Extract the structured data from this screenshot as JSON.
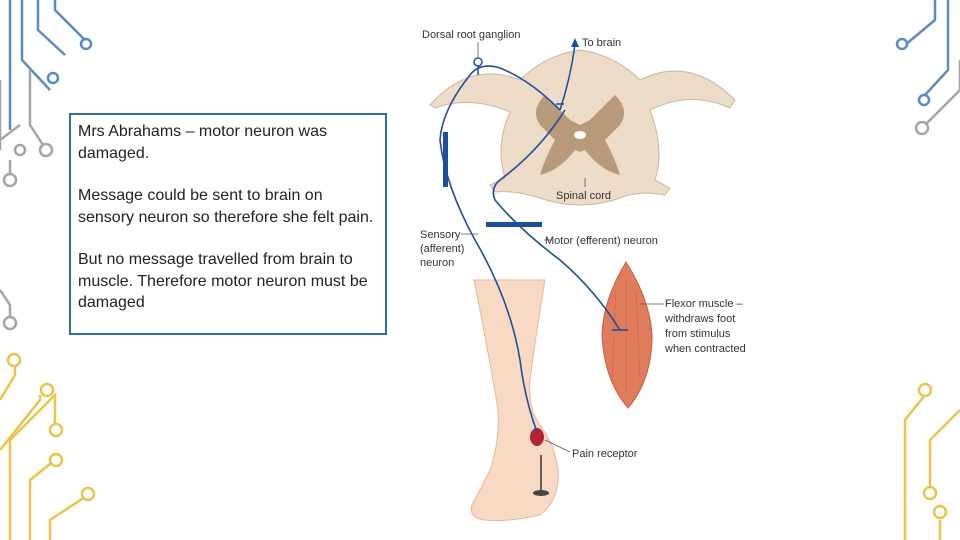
{
  "textbox": {
    "paragraphs": [
      "Mrs Abrahams – motor neuron was damaged.",
      "Message could be sent to brain on sensory neuron so therefore she felt pain.",
      "But no message travelled from brain to muscle. Therefore motor neuron must be damaged"
    ]
  },
  "diagram": {
    "dorsal_root_ganglion": "Dorsal root ganglion",
    "to_brain": "To brain",
    "spinal_cord": "Spinal cord",
    "sensory_lines": [
      "Sensory",
      "(afferent)",
      "neuron"
    ],
    "motor_neuron": "Motor (efferent) neuron",
    "flexor_lines": [
      "Flexor muscle –",
      "withdraws foot",
      "from stimulus",
      "when contracted"
    ],
    "pain_receptor": "Pain receptor"
  },
  "colors": {
    "neuron_blue": "#1e4f9c",
    "box_border": "#2e6ea6",
    "muscle": "#e07b5c",
    "spinal_tan": "#ecdcc8",
    "grey_matter": "#b8997a",
    "skin": "#f8d9c4",
    "circuit_blue": "#5b8bc4",
    "circuit_gold": "#e8c54a",
    "circuit_grey": "#a5a5a5"
  }
}
